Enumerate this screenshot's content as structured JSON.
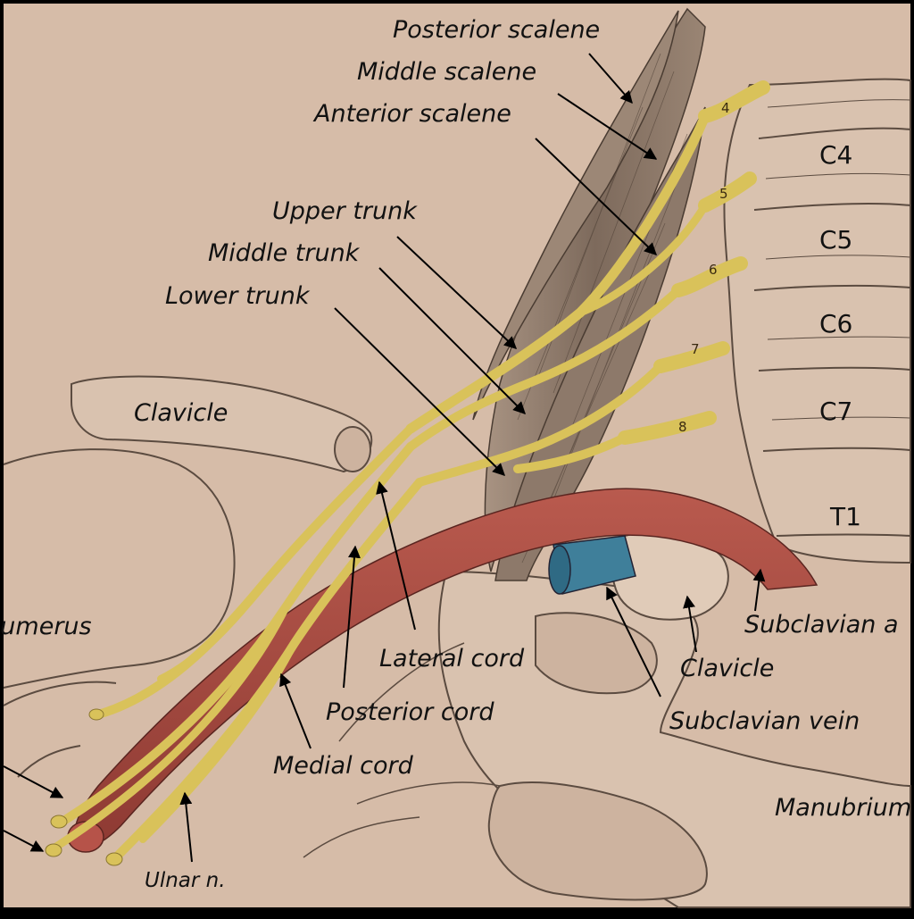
{
  "diagram": {
    "labels": {
      "posterior_scalene": "Posterior scalene",
      "middle_scalene": "Middle scalene",
      "anterior_scalene": "Anterior scalene",
      "upper_trunk": "Upper trunk",
      "middle_trunk": "Middle trunk",
      "lower_trunk": "Lower trunk",
      "clavicle_left": "Clavicle",
      "humerus": "Humerus",
      "lateral_cord": "Lateral cord",
      "posterior_cord": "Posterior cord",
      "medial_cord": "Medial cord",
      "ulnar_n": "Ulnar n.",
      "subclavian_a": "Subclavian a",
      "clavicle_right": "Clavicle",
      "subclavian_vein": "Subclavian vein",
      "manubrium": "Manubrium"
    },
    "vertebrae": [
      "C4",
      "C5",
      "C6",
      "C7",
      "T1"
    ],
    "root_numbers": [
      "4",
      "5",
      "6",
      "7",
      "8"
    ],
    "colors": {
      "background": "#d6bca8",
      "frame": "#000000",
      "nerve": "#d9c25a",
      "artery": "#a8433b",
      "vein": "#3f7f9a",
      "muscle": "#8b7a6c",
      "bone_line": "#5b4b40"
    }
  }
}
